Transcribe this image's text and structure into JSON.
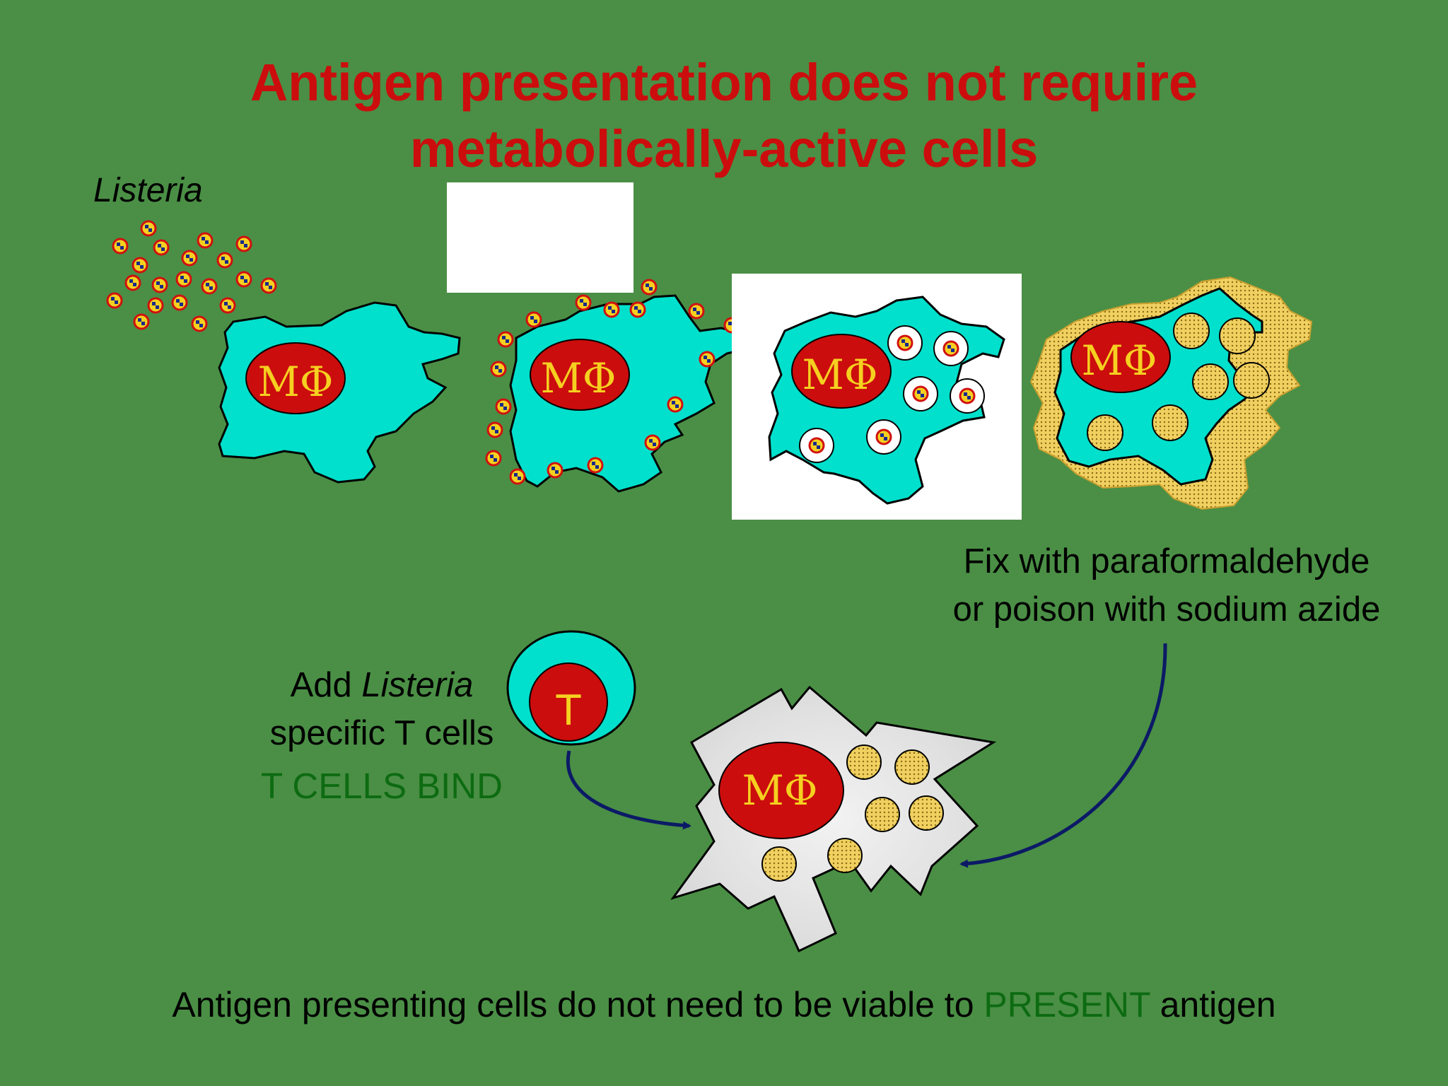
{
  "title": {
    "line1": "Antigen presentation does not require",
    "line2": "metabolically-active cells"
  },
  "labels": {
    "listeria": "Listeria",
    "macrophage": "MΦ",
    "t_cell": "T",
    "fix_line1": "Fix with paraformaldehyde",
    "fix_line2": "or poison with sodium azide",
    "add_prefix": "Add ",
    "add_listeria": "Listeria",
    "add_line2": "specific T cells",
    "t_cells_bind": "T CELLS BIND",
    "bottom_prefix": "Antigen presenting cells do not need to be viable to ",
    "bottom_highlight": "PRESENT",
    "bottom_suffix": " antigen"
  },
  "colors": {
    "background": "#4a8f45",
    "title": "#cc0d0d",
    "cell_body": "#00e0cc",
    "nucleus": "#cc0d0d",
    "nucleus_text": "#f5d020",
    "highlight_green": "#0d6b12",
    "arrow": "#0c1a66",
    "fixed_coat": "#e8c64a"
  }
}
